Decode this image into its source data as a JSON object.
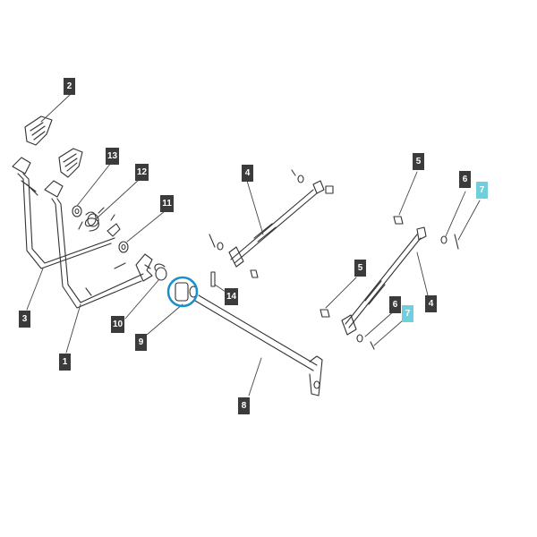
{
  "diagram": {
    "type": "exploded-parts-diagram",
    "colors": {
      "line": "#333333",
      "callout_dark": "#3b3b3b",
      "callout_highlight": "#6fcfdc",
      "highlight_ring": "#1a8fc9"
    },
    "callouts": [
      {
        "id": "c2",
        "label": "2",
        "style": "dark"
      },
      {
        "id": "c13",
        "label": "13",
        "style": "dark"
      },
      {
        "id": "c12",
        "label": "12",
        "style": "dark"
      },
      {
        "id": "c11",
        "label": "11",
        "style": "dark"
      },
      {
        "id": "c4a",
        "label": "4",
        "style": "dark"
      },
      {
        "id": "c5a",
        "label": "5",
        "style": "dark"
      },
      {
        "id": "c6a",
        "label": "6",
        "style": "dark"
      },
      {
        "id": "c7a",
        "label": "7",
        "style": "highlight"
      },
      {
        "id": "c3",
        "label": "3",
        "style": "dark"
      },
      {
        "id": "c1",
        "label": "1",
        "style": "dark"
      },
      {
        "id": "c10",
        "label": "10",
        "style": "dark"
      },
      {
        "id": "c9",
        "label": "9",
        "style": "dark"
      },
      {
        "id": "c14",
        "label": "14",
        "style": "dark"
      },
      {
        "id": "c5b",
        "label": "5",
        "style": "dark"
      },
      {
        "id": "c6b",
        "label": "6",
        "style": "dark"
      },
      {
        "id": "c7b",
        "label": "7",
        "style": "highlight"
      },
      {
        "id": "c4b",
        "label": "4",
        "style": "dark"
      },
      {
        "id": "c8",
        "label": "8",
        "style": "dark"
      }
    ],
    "highlighted_part": "9"
  }
}
